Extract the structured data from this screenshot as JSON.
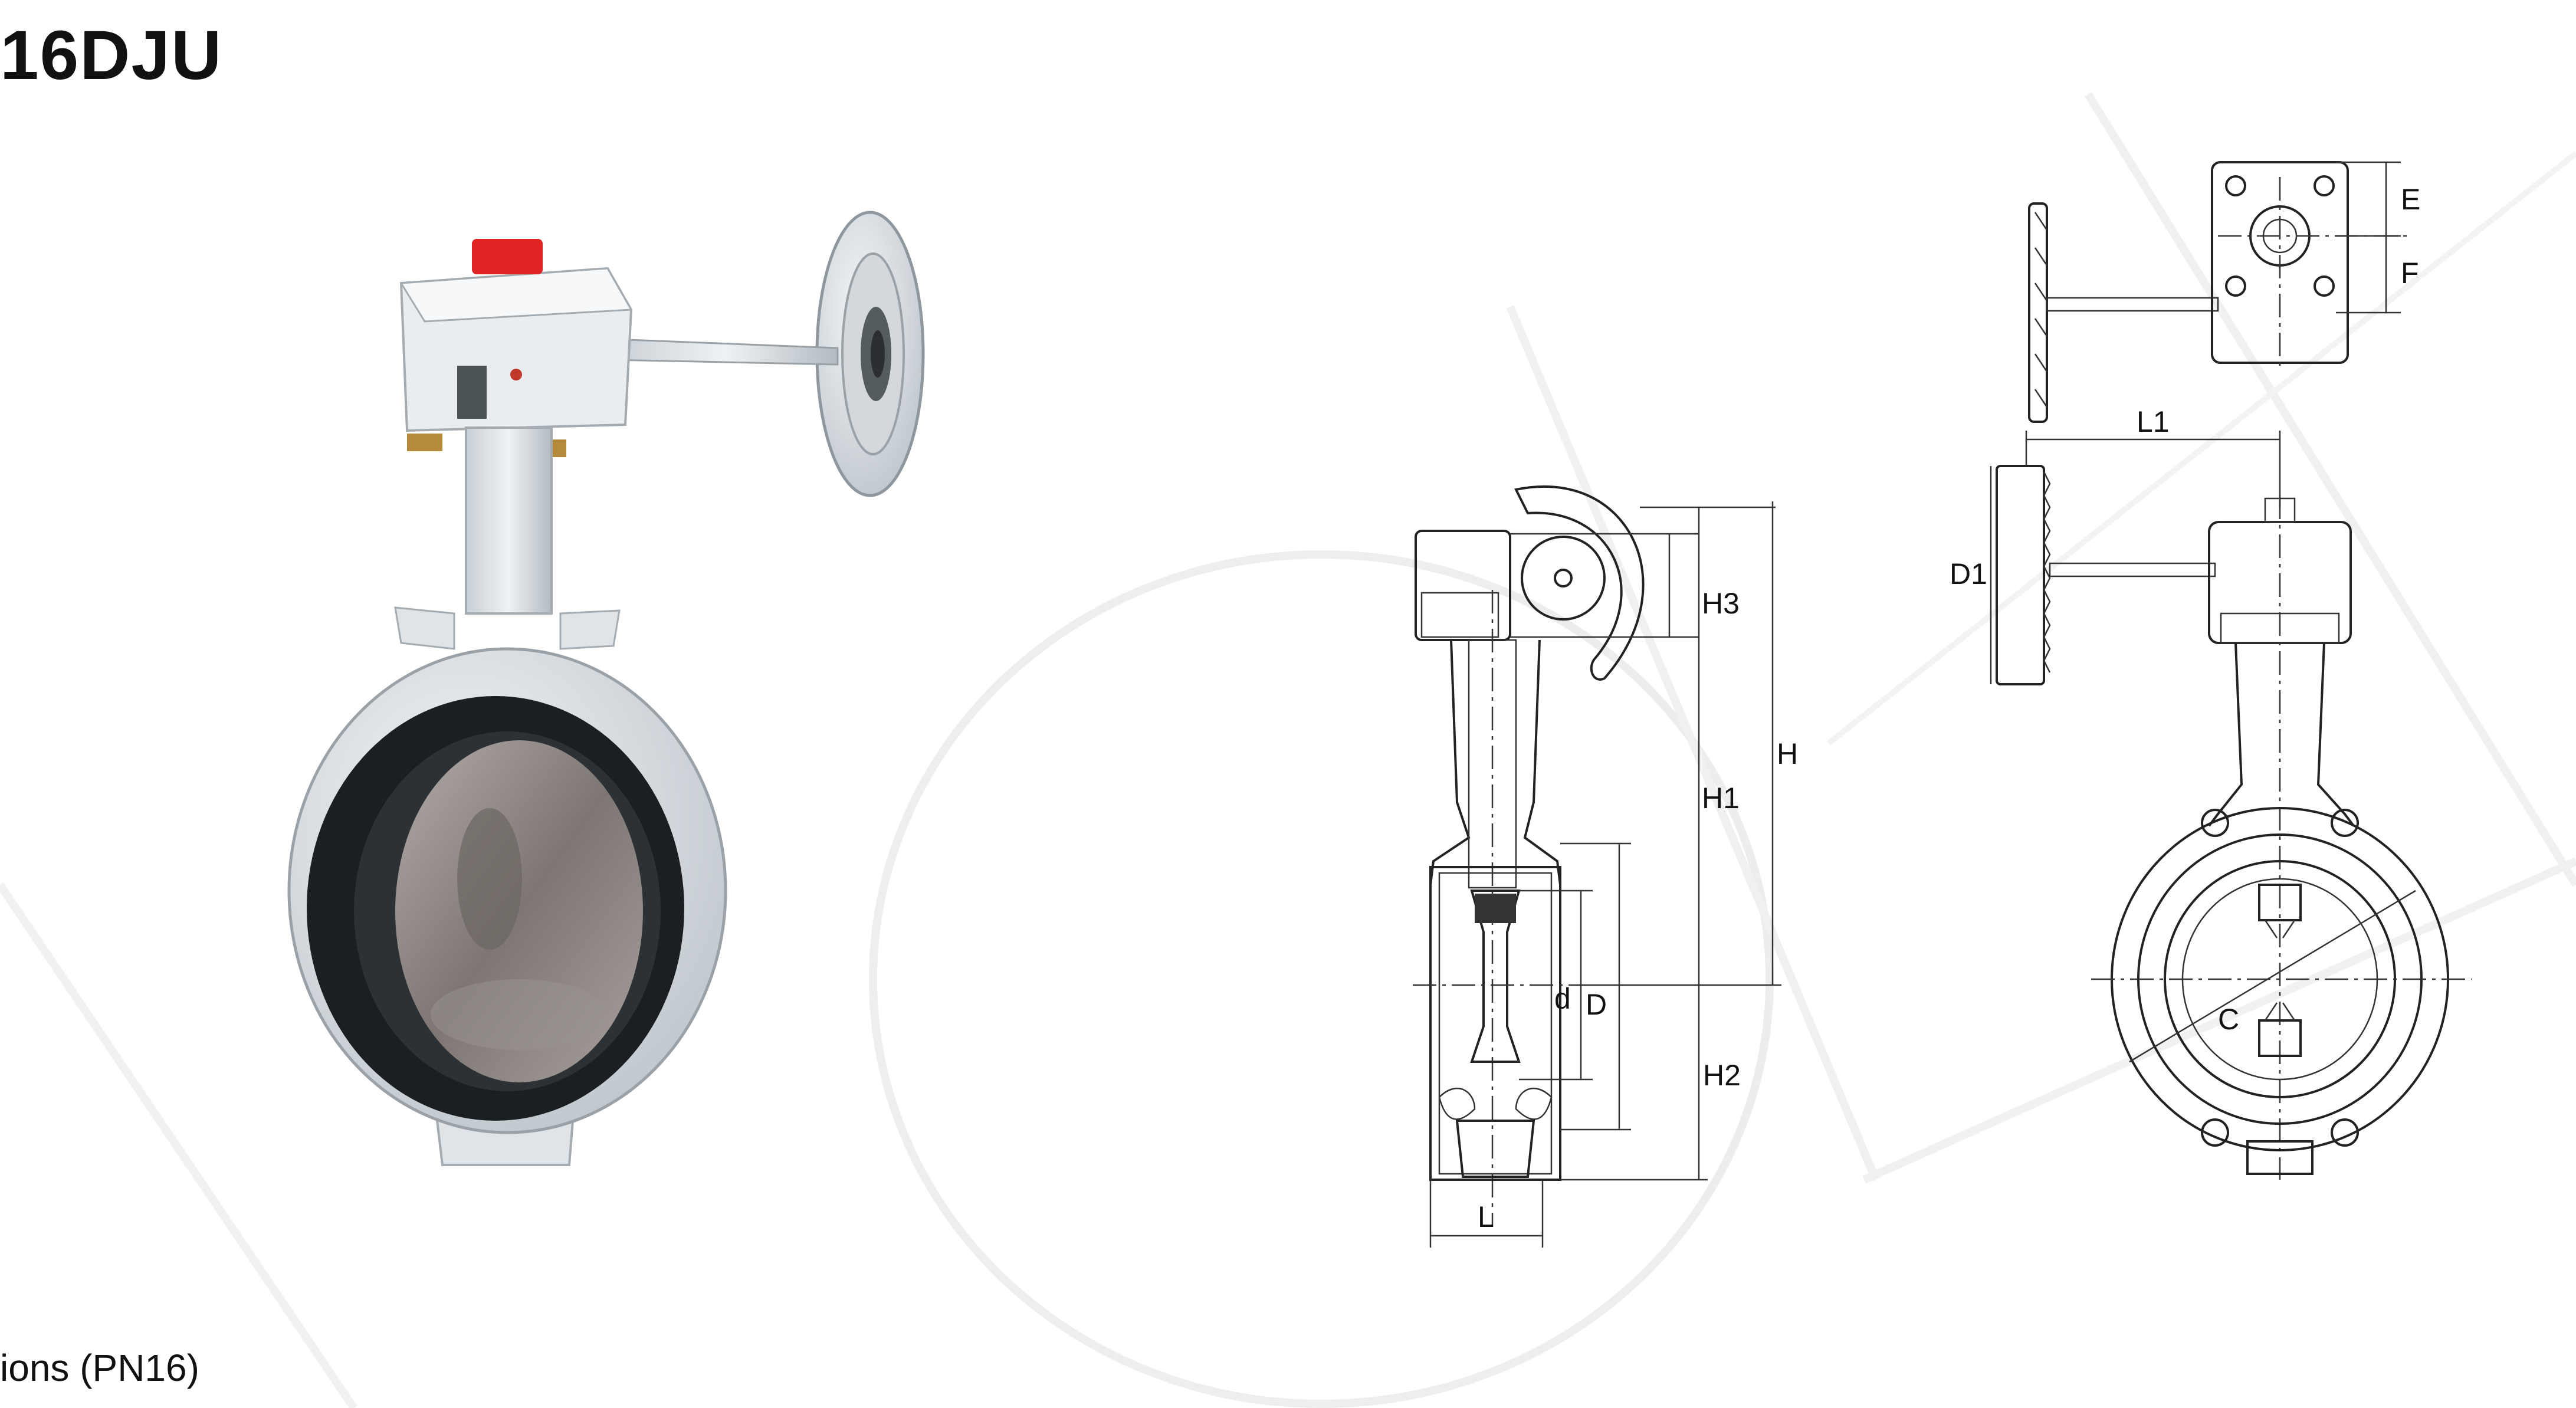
{
  "title": "16DJU",
  "caption": "ions (PN16)",
  "colors": {
    "body": "#dde2e6",
    "liner": "#1a1f22",
    "disc": "#8c8683",
    "indicator": "#e02424",
    "line": "#222222",
    "watermark": "#ececec"
  },
  "side_view": {
    "labels": {
      "h3": "H3",
      "h": "H",
      "h1": "H1",
      "h2": "H2",
      "d": "d",
      "D": "D",
      "L": "L"
    }
  },
  "front_view": {
    "labels": {
      "e": "E",
      "f": "F",
      "l1": "L1",
      "d1": "D1",
      "c": "C"
    }
  }
}
